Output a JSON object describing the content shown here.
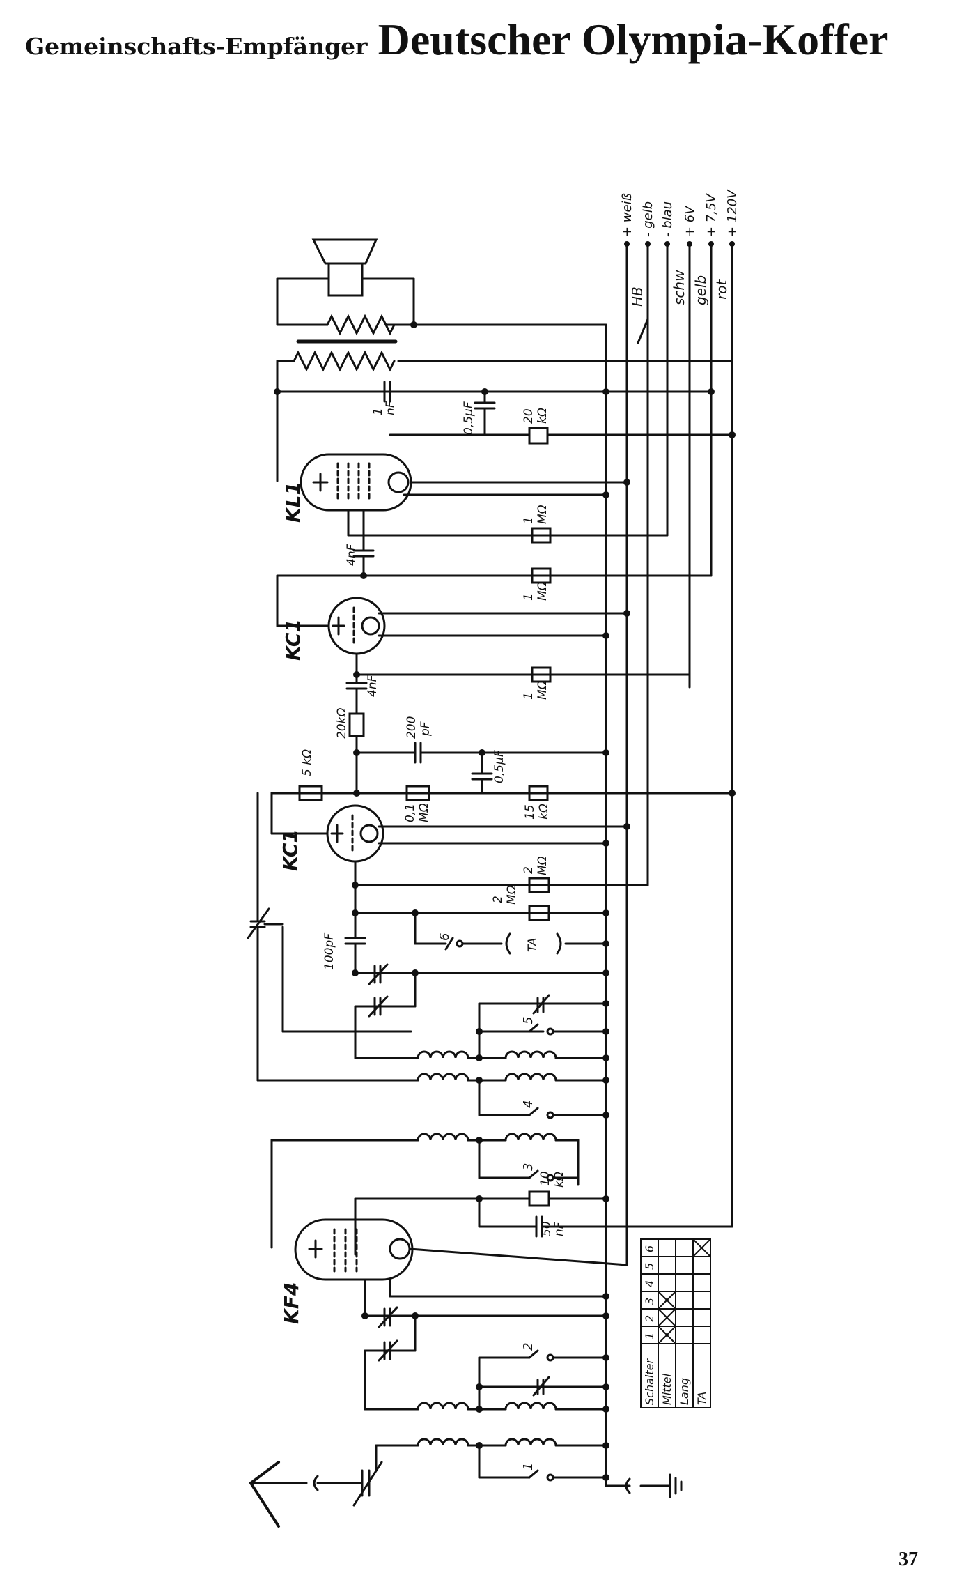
{
  "header": {
    "subtitle": "Gemeinschafts-Empfänger",
    "title": "Deutscher Olympia-Koffer"
  },
  "terminals": [
    "+ weiß",
    "- gelb",
    "- blau",
    "+ 6V",
    "+ 7,5V",
    "+ 120V"
  ],
  "wire_colors": [
    "schw",
    "gelb",
    "rot"
  ],
  "battery_switch": "HB",
  "tubes": {
    "output": "KL1",
    "af": "KC1",
    "detector": "KC1",
    "rf": "KF4"
  },
  "components": {
    "c_1nF": [
      "1",
      "nF"
    ],
    "c_0_5uF_top": "0,5µF",
    "r_20k_top": [
      "20",
      "kΩ"
    ],
    "c_4nF_kl1": "4nF",
    "r_1M_a": [
      "1",
      "MΩ"
    ],
    "r_1M_b": [
      "1",
      "MΩ"
    ],
    "r_1M_c": [
      "1",
      "MΩ"
    ],
    "c_4nF_kc1": "4nF",
    "r_20k_mid": "20kΩ",
    "c_200pF": [
      "200",
      "pF"
    ],
    "r_5k": "5 kΩ",
    "c_0_5uF_mid": "0,5µF",
    "r_0_1M": [
      "0,1",
      "MΩ"
    ],
    "r_15k": [
      "15",
      "kΩ"
    ],
    "r_2M_a": [
      "2",
      "MΩ"
    ],
    "r_2M_b": [
      "2",
      "MΩ"
    ],
    "c_100pF": "100pF",
    "tonabnehmer": "TA",
    "r_10k": [
      "10",
      "kΩ"
    ],
    "c_50nF": [
      "50",
      "nF"
    ]
  },
  "switches": [
    "1",
    "2",
    "3",
    "4",
    "5",
    "6"
  ],
  "switch_table": {
    "header": "Schalter",
    "columns": [
      "1",
      "2",
      "3",
      "4",
      "5",
      "6"
    ],
    "rows": [
      "Mittel",
      "Lang",
      "TA"
    ],
    "marks": {
      "Mittel": [
        1,
        2,
        3
      ],
      "Lang": [],
      "TA": [
        6
      ]
    }
  },
  "page_number": "37"
}
